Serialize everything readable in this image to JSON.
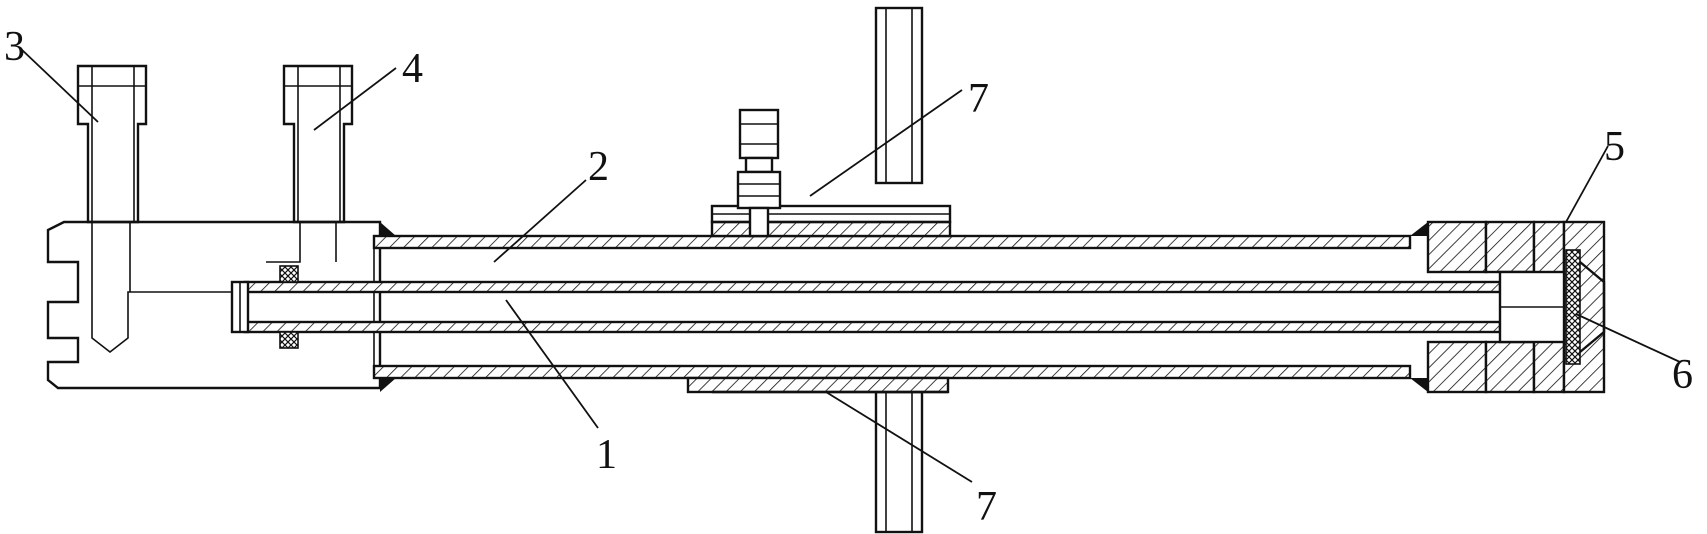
{
  "labels": {
    "l1": "1",
    "l2": "2",
    "l3": "3",
    "l4": "4",
    "l5": "5",
    "l6": "6",
    "l7a": "7",
    "l7b": "7"
  },
  "colors": {
    "line": "#111111",
    "background": "#ffffff"
  }
}
